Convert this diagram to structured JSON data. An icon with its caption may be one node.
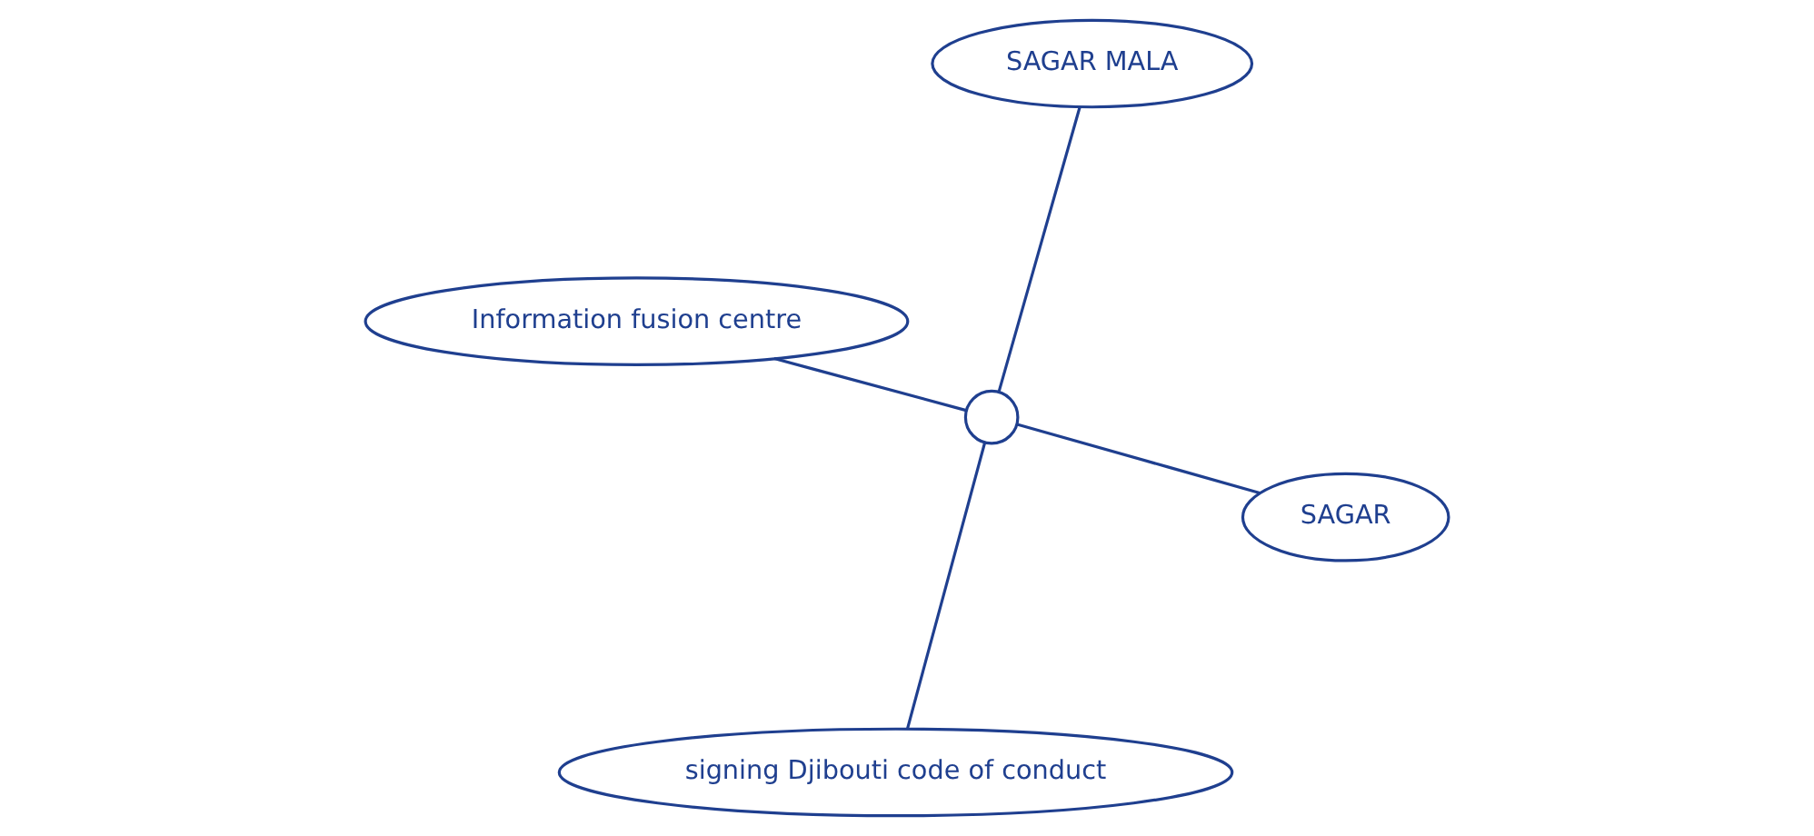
{
  "diagram": {
    "nodes": [
      {
        "text": [
          "Information fusion centre"
        ]
      },
      {
        "text": [
          "SAGAR"
        ]
      },
      {
        "text": [
          "signing Djibouti code of conduct"
        ]
      },
      {
        "text": [],
        "shape": "circle"
      },
      {
        "text": [
          "SAGAR MALA"
        ]
      }
    ],
    "edges": [
      {
        "from": 3,
        "to": 0,
        "arrow": "none"
      },
      {
        "from": 3,
        "to": 1,
        "arrow": "none"
      },
      {
        "from": 3,
        "to": 2,
        "arrow": "none"
      },
      {
        "from": 3,
        "to": 4,
        "arrow": "none"
      }
    ]
  }
}
